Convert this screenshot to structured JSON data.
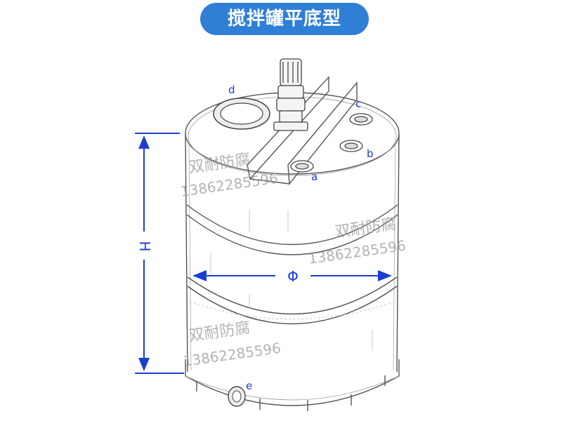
{
  "title": "搅拌罐平底型",
  "labels": {
    "a": "a",
    "b": "b",
    "c": "c",
    "d": "d",
    "e": "e"
  },
  "dimensions": {
    "height": "H",
    "diameter": "Φ"
  },
  "watermark": {
    "text": "双耐防腐",
    "phone": "13862285596"
  },
  "colors": {
    "title_bg": "#2f7fd6",
    "dimension": "#1a3fd0",
    "drawing": "#555555"
  }
}
